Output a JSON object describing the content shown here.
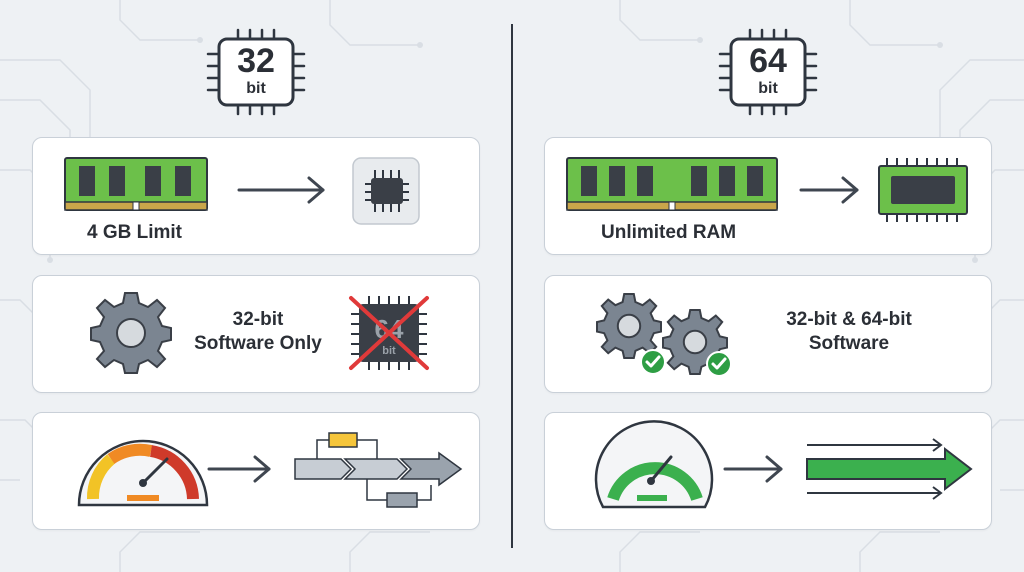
{
  "left": {
    "chip_number": "32",
    "chip_unit": "bit",
    "ram_label": "4 GB Limit",
    "software_label": [
      "32-bit",
      "Software Only"
    ],
    "crossed_chip_number": "64",
    "crossed_chip_unit": "bit"
  },
  "right": {
    "chip_number": "64",
    "chip_unit": "bit",
    "ram_label": "Unlimited RAM",
    "software_label": [
      "32-bit & 64-bit",
      "Software"
    ]
  },
  "colors": {
    "ram_green": "#6cc04a",
    "check_green": "#2e9e44",
    "cross_red": "#e03a3a",
    "gear_gray": "#7b8591",
    "arrow_dark": "#3f4650",
    "gauge_red": "#cf3a2a",
    "gauge_orange": "#f08a24",
    "gauge_yellow": "#f2c326",
    "gauge_green": "#3bb04e",
    "process_yellow": "#f5c53a",
    "process_gray": "#c7cdd4"
  },
  "icons": [
    "cpu-chip-icon",
    "ram-module-icon",
    "arrow-right-icon",
    "gear-icon",
    "check-badge-icon",
    "cross-icon",
    "speedometer-icon",
    "process-flow-icon",
    "fast-arrow-icon"
  ]
}
